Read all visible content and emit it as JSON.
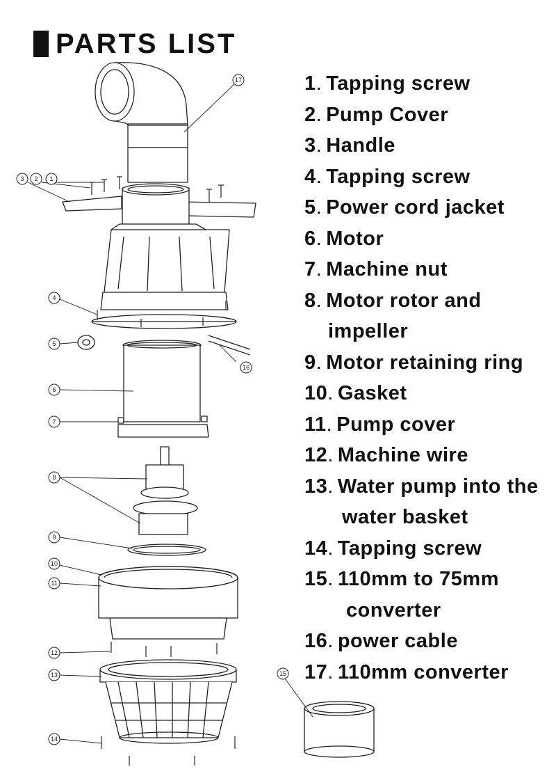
{
  "title": "PARTS LIST",
  "parts": [
    {
      "num": "1",
      "sep": ".",
      "label": "Tapping screw"
    },
    {
      "num": "2",
      "sep": ".",
      "label": "Pump Cover"
    },
    {
      "num": "3",
      "sep": ".",
      "label": "Handle"
    },
    {
      "num": "4",
      "sep": ".",
      "label": "Tapping screw"
    },
    {
      "num": "5",
      "sep": ".",
      "label": "Power cord jacket"
    },
    {
      "num": "6",
      "sep": ".",
      "label": "Motor"
    },
    {
      "num": "7",
      "sep": ".",
      "label": "Machine nut"
    },
    {
      "num": "8",
      "sep": ".",
      "label": "Motor rotor and",
      "cont": "impeller",
      "indent": 34
    },
    {
      "num": "9",
      "sep": ".",
      "label": "Motor retaining ring"
    },
    {
      "num": "10",
      "sep": ".",
      "label": "Gasket"
    },
    {
      "num": "11",
      "sep": ".",
      "label": "Pump cover"
    },
    {
      "num": "12",
      "sep": ".",
      "label": "Machine wire"
    },
    {
      "num": "13",
      "sep": ".",
      "label": "Water pump into the",
      "cont": "water basket",
      "indent": 54
    },
    {
      "num": "14",
      "sep": ".",
      "label": "Tapping screw"
    },
    {
      "num": "15",
      "sep": ".",
      "label": "110mm to 75mm",
      "cont": "converter",
      "indent": 60
    },
    {
      "num": "16",
      "sep": ".",
      "label": "power cable"
    },
    {
      "num": "17",
      "sep": ".",
      "label": "110mm converter"
    }
  ],
  "callouts": [
    "1",
    "2",
    "3",
    "4",
    "5",
    "6",
    "7",
    "8",
    "9",
    "10",
    "11",
    "12",
    "13",
    "14",
    "15",
    "16",
    "17"
  ]
}
